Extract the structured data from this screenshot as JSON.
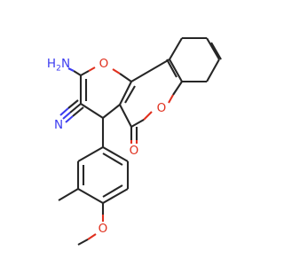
{
  "atoms": {
    "amino": {
      "main": "H",
      "sub": "2",
      "n": "N"
    },
    "pyran_o": "O",
    "nitrile_n": "N",
    "lactone_o": "O",
    "carbonyl_o": "O",
    "methoxy_o": "O"
  },
  "colors": {
    "bond": "#262626",
    "oxygen": "#e0301e",
    "nitrogen": "#3b3bf0",
    "background": "#ffffff"
  }
}
